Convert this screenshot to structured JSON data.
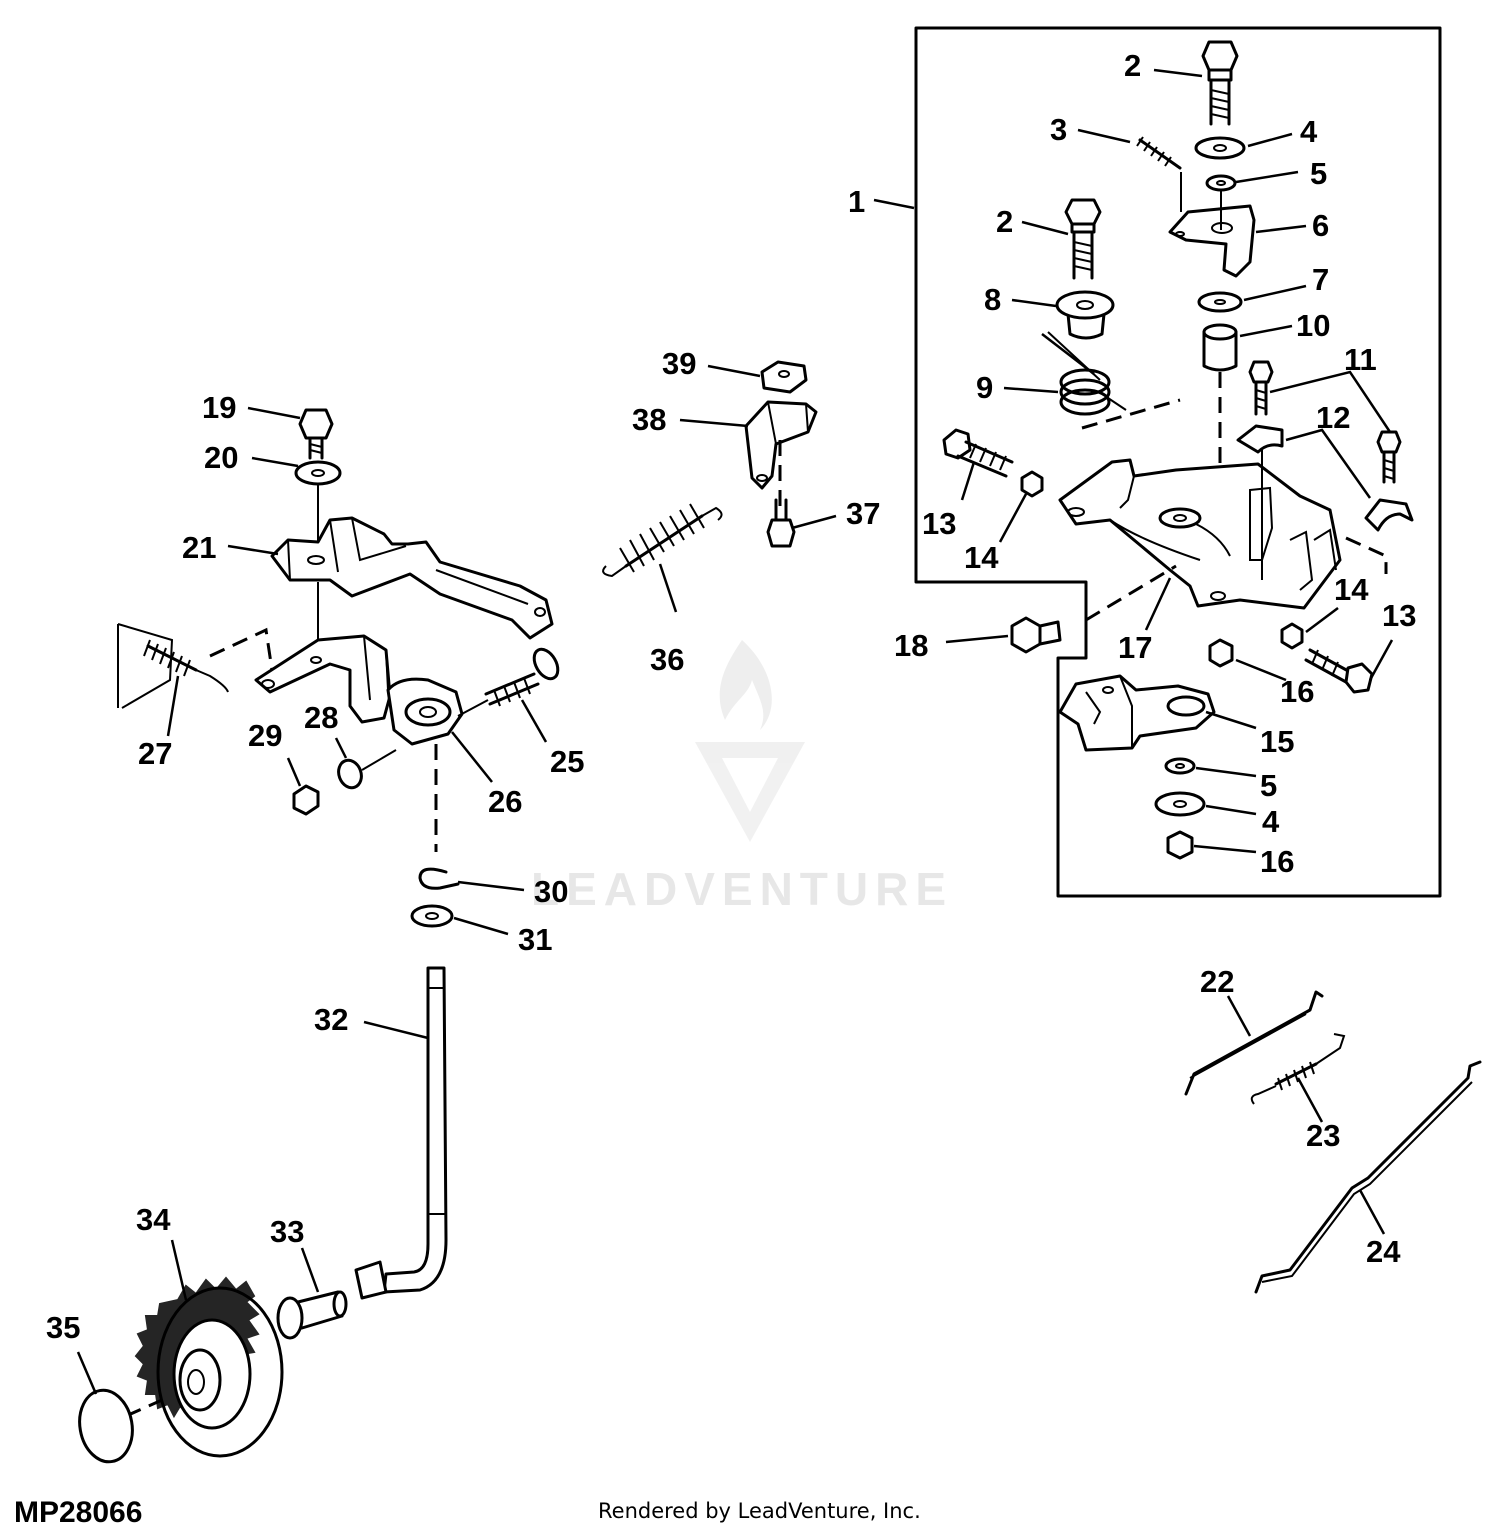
{
  "diagram_code": "MP28066",
  "credit": "Rendered by LeadVenture, Inc.",
  "watermark": "LEADVENTURE",
  "callouts": [
    "1",
    "2",
    "2",
    "3",
    "4",
    "5",
    "6",
    "7",
    "8",
    "9",
    "10",
    "11",
    "12",
    "13",
    "14",
    "13",
    "14",
    "15",
    "16",
    "5",
    "4",
    "16",
    "17",
    "18",
    "19",
    "20",
    "21",
    "22",
    "23",
    "24",
    "25",
    "26",
    "27",
    "28",
    "29",
    "30",
    "31",
    "32",
    "33",
    "34",
    "35",
    "36",
    "37",
    "38",
    "39"
  ],
  "colors": {
    "ink": "#000000",
    "background": "#ffffff",
    "watermark": "#d8d8d8"
  }
}
